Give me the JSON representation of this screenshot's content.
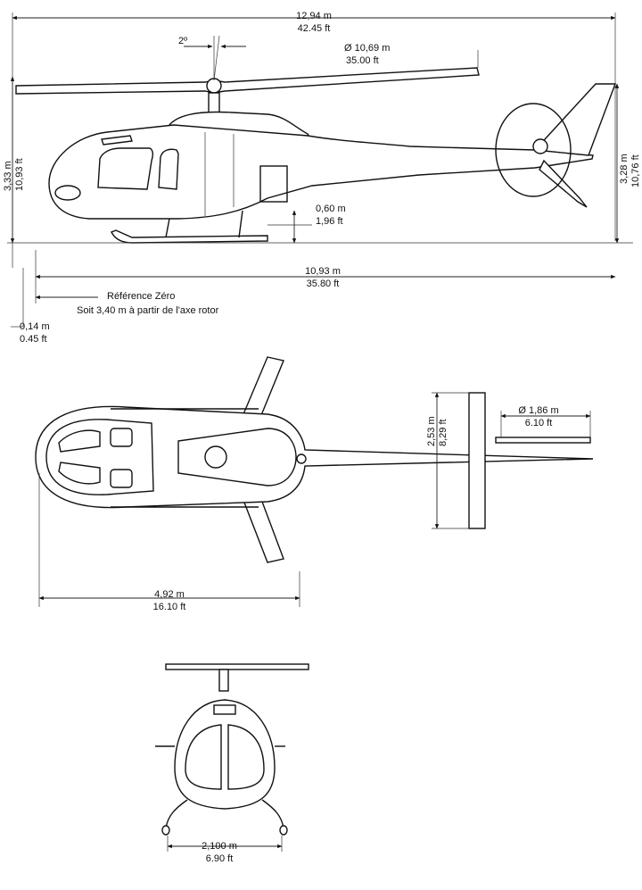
{
  "side_view": {
    "overall_length": {
      "m": "12,94 m",
      "ft": "42.45 ft"
    },
    "rotor_tilt": "2º",
    "rotor_diameter": {
      "m": "Ø 10,69 m",
      "ft": "35.00 ft"
    },
    "height_front": {
      "m": "3,33 m",
      "ft": "10,93 ft"
    },
    "height_tail": {
      "m": "3,28 m",
      "ft": "10,76 ft"
    },
    "skid_height": {
      "m": "0,60 m",
      "ft": "1,96 ft"
    },
    "fuselage_length": {
      "m": "10,93 m",
      "ft": "35.80 ft"
    },
    "reference": "Référence Zéro",
    "reference_note": "Soit 3,40 m à partir de l'axe rotor",
    "offset": {
      "m": "0,14 m",
      "ft": "0.45 ft"
    }
  },
  "top_view": {
    "stabilizer_span": {
      "m": "2,53 m",
      "ft": "8,29 ft"
    },
    "tail_rotor_diameter": {
      "m": "Ø 1,86 m",
      "ft": "6.10 ft"
    },
    "nose_to_rotor": {
      "m": "4,92 m",
      "ft": "16.10 ft"
    }
  },
  "front_view": {
    "skid_track": {
      "m": "2,100 m",
      "ft": "6.90 ft"
    }
  }
}
